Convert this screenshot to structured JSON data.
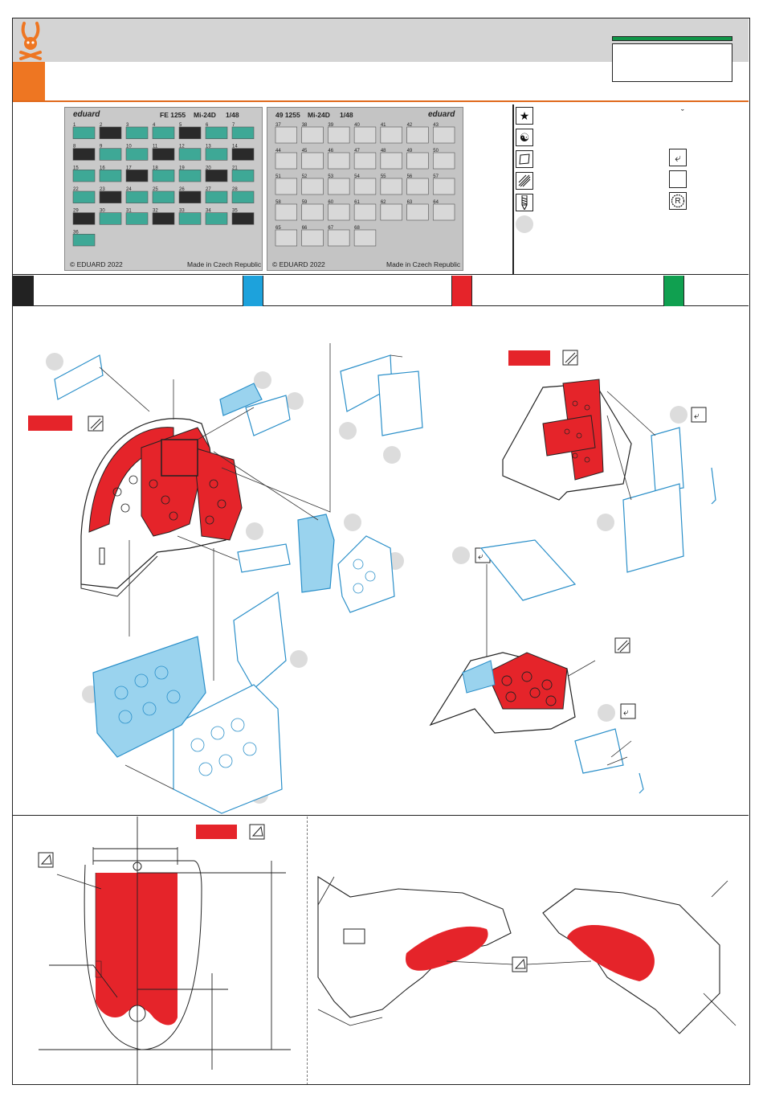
{
  "frets": {
    "color_fret": {
      "brand": "eduard",
      "code": "FE 1255",
      "model": "Mi-24D",
      "scale": "1/48",
      "copyright": "© EDUARD 2022",
      "origin": "Made in Czech Republic",
      "numbers": [
        "1",
        "2",
        "3",
        "4",
        "5",
        "6",
        "7",
        "8",
        "9",
        "10",
        "11",
        "12",
        "13",
        "14",
        "15",
        "16",
        "17",
        "18",
        "19",
        "20",
        "21",
        "22",
        "23",
        "24",
        "25",
        "26",
        "27",
        "28",
        "29",
        "30",
        "31",
        "32",
        "33",
        "34",
        "35",
        "36"
      ]
    },
    "steel_fret": {
      "brand": "eduard",
      "code": "49 1255",
      "model": "Mi-24D",
      "scale": "1/48",
      "copyright": "© EDUARD 2022",
      "origin": "Made in Czech Republic",
      "numbers": [
        "37",
        "38",
        "39",
        "40",
        "41",
        "42",
        "43",
        "44",
        "45",
        "46",
        "47",
        "48",
        "49",
        "50",
        "51",
        "52",
        "53",
        "54",
        "55",
        "56",
        "57",
        "58",
        "59",
        "60",
        "61",
        "62",
        "63",
        "64",
        "65",
        "66",
        "67",
        "68"
      ]
    }
  },
  "legend": {
    "mark": "ˇ",
    "icons": [
      "star-icon",
      "yin-yang-icon",
      "paper-icon",
      "ribbed-fret-icon",
      "drill-icon",
      "bend-arrow-icon",
      "blank-box-icon",
      "registered-r-icon"
    ],
    "r_symbol": "R"
  },
  "colors": {
    "brand_orange": "#ee7622",
    "header_grey": "#d4d4d4",
    "code_green": "#109548",
    "paint_red": "#e5242a",
    "pe_blue": "#9ad3ee",
    "pe_line": "#2a8fc9",
    "swatch_black": "#222222",
    "swatch_blue": "#1da2dc",
    "swatch_red": "#e5242a",
    "swatch_green": "#10a050"
  }
}
